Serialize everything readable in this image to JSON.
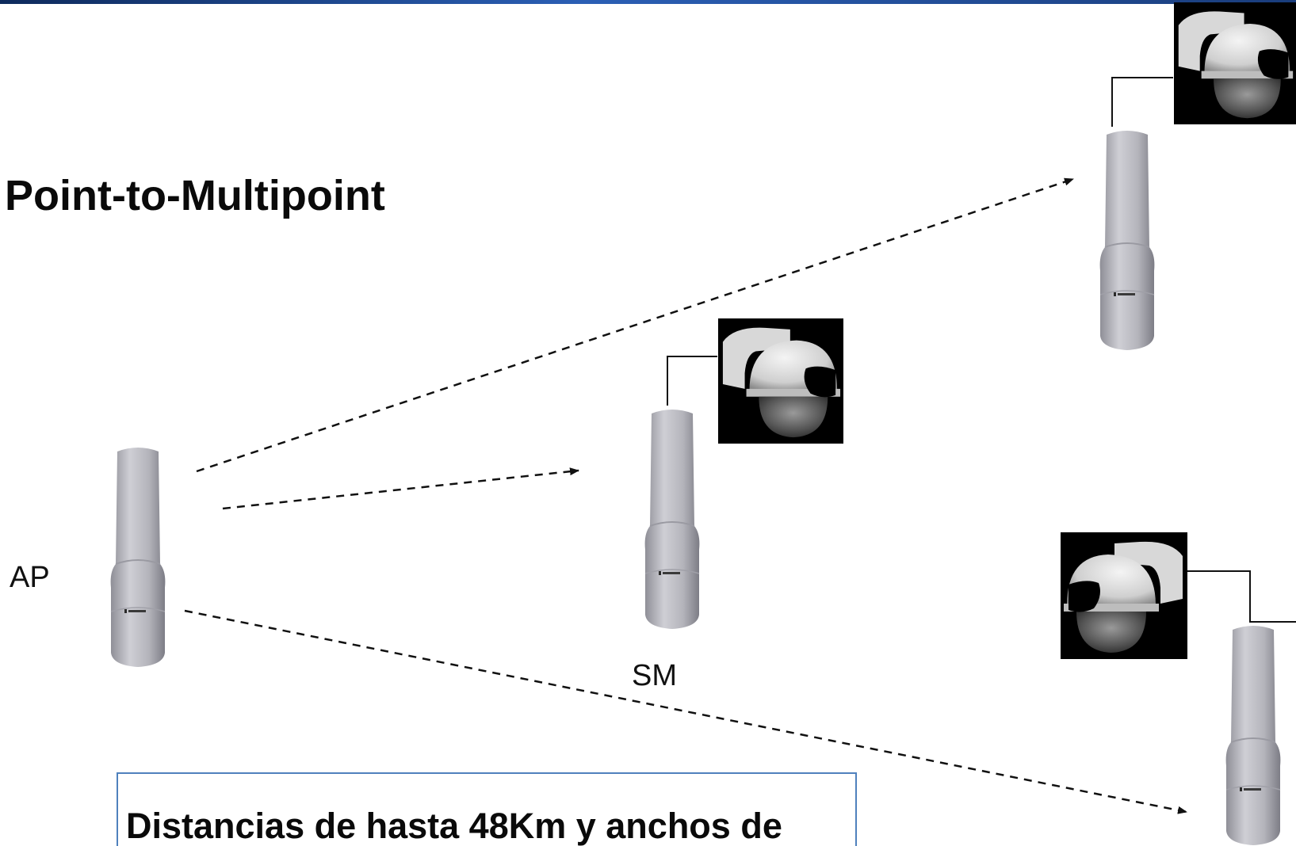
{
  "slide": {
    "title": "Point-to-Multipoint",
    "ap_label": "AP",
    "sm_label": "SM",
    "info_text": "Distancias de hasta 48Km y anchos de"
  },
  "devices": [
    {
      "role": "access-point",
      "icon": "radio-unit-icon"
    },
    {
      "role": "subscriber-module",
      "icon": "radio-unit-icon",
      "attached": "dome-camera-icon"
    },
    {
      "role": "subscriber-module",
      "icon": "radio-unit-icon",
      "attached": "dome-camera-icon"
    },
    {
      "role": "subscriber-module",
      "icon": "radio-unit-icon",
      "attached": "dome-camera-icon"
    }
  ],
  "colors": {
    "background": "#ffffff",
    "accent_bar": "#2b5fb5",
    "box_border": "#4f81bd",
    "device_body": "#b9b9bf",
    "camera_background": "#000000",
    "link_line": "#111111"
  }
}
